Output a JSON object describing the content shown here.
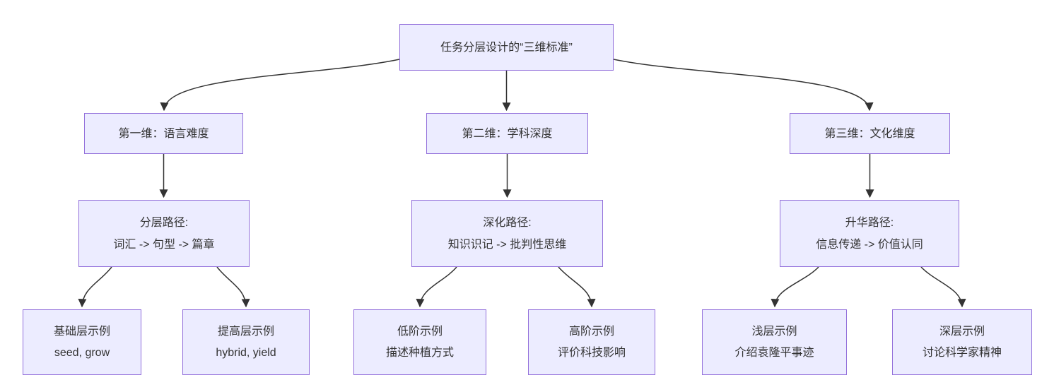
{
  "diagram": {
    "type": "flowchart-top-down",
    "colors": {
      "background": "#ffffff",
      "node_fill": "#ECECFF",
      "node_border": "#9370DB",
      "edge": "#333333",
      "text": "#333333"
    },
    "nodes": {
      "root": {
        "lines": [
          "任务分层设计的“三维标准”"
        ]
      },
      "dim1": {
        "lines": [
          "第一维：语言难度"
        ]
      },
      "dim2": {
        "lines": [
          "第二维：学科深度"
        ]
      },
      "dim3": {
        "lines": [
          "第三维：文化维度"
        ]
      },
      "path1": {
        "lines": [
          "分层路径:",
          "词汇 -> 句型 -> 篇章"
        ]
      },
      "path2": {
        "lines": [
          "深化路径:",
          "知识识记 -> 批判性思维"
        ]
      },
      "path3": {
        "lines": [
          "升华路径:",
          "信息传递 -> 价值认同"
        ]
      },
      "leaf1": {
        "lines": [
          "基础层示例",
          "seed, grow"
        ]
      },
      "leaf2": {
        "lines": [
          "提高层示例",
          "hybrid, yield"
        ]
      },
      "leaf3": {
        "lines": [
          "低阶示例",
          "描述种植方式"
        ]
      },
      "leaf4": {
        "lines": [
          "高阶示例",
          "评价科技影响"
        ]
      },
      "leaf5": {
        "lines": [
          "浅层示例",
          "介绍袁隆平事迹"
        ]
      },
      "leaf6": {
        "lines": [
          "深层示例",
          "讨论科学家精神"
        ]
      }
    },
    "edges": [
      {
        "from": "root",
        "to": "dim1"
      },
      {
        "from": "root",
        "to": "dim2"
      },
      {
        "from": "root",
        "to": "dim3"
      },
      {
        "from": "dim1",
        "to": "path1"
      },
      {
        "from": "dim2",
        "to": "path2"
      },
      {
        "from": "dim3",
        "to": "path3"
      },
      {
        "from": "path1",
        "to": "leaf1"
      },
      {
        "from": "path1",
        "to": "leaf2"
      },
      {
        "from": "path2",
        "to": "leaf3"
      },
      {
        "from": "path2",
        "to": "leaf4"
      },
      {
        "from": "path3",
        "to": "leaf5"
      },
      {
        "from": "path3",
        "to": "leaf6"
      }
    ]
  }
}
